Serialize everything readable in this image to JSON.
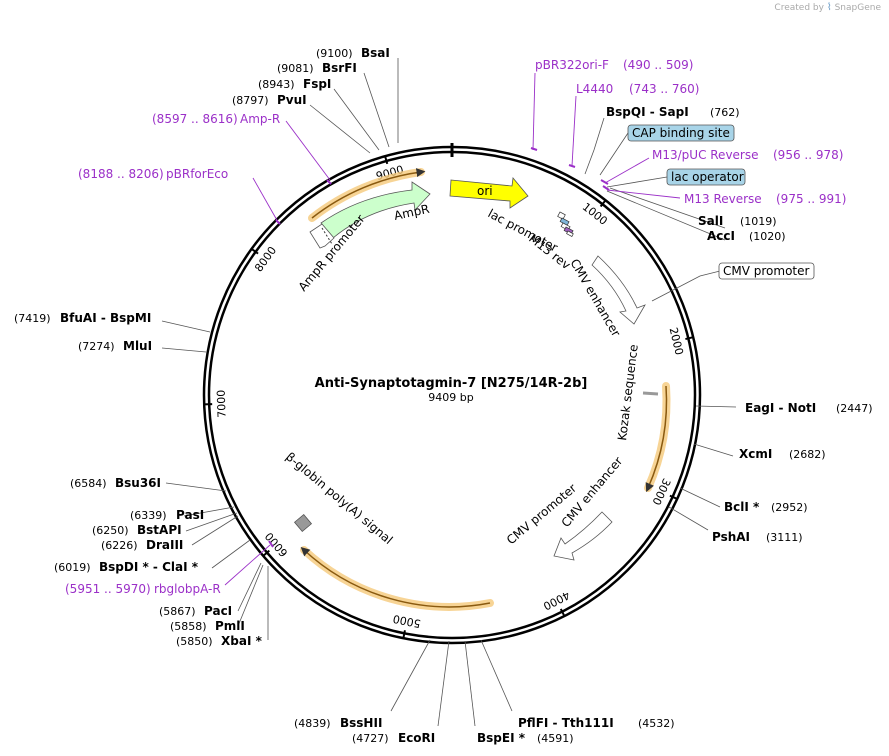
{
  "branding": {
    "created_by": "Created by",
    "logo_glyph": "⌇",
    "app": "SnapGene"
  },
  "plasmid": {
    "name": "Anti-Synaptotagmin-7 [N275/14R-2b]",
    "length_label": "9409 bp",
    "total_bp": 9409
  },
  "ticks": [
    "1000",
    "2000",
    "3000",
    "4000",
    "5000",
    "6000",
    "7000",
    "8000",
    "9000"
  ],
  "features": [
    {
      "name": "ori",
      "color": "#ffff00"
    },
    {
      "name": "AmpR",
      "color": "#ccffcc"
    },
    {
      "name": "AmpR promoter",
      "color": "#ffffff"
    },
    {
      "name": "lac promoter",
      "color": "#ffffff"
    },
    {
      "name": "M13 rev",
      "color": "#ffffff"
    },
    {
      "name": "CMV enhancer",
      "color": "#ffffff"
    },
    {
      "name": "Kozak sequence",
      "color": "#999999"
    },
    {
      "name": "CMV promoter",
      "color": "#ffffff"
    },
    {
      "name": "CMV enhancer",
      "color": "#ffffff"
    },
    {
      "name": "β-globin poly(A) signal",
      "color": "#999999"
    }
  ],
  "sites": [
    {
      "name": "BsaI",
      "pos": "(9100)"
    },
    {
      "name": "BsrFI",
      "pos": "(9081)"
    },
    {
      "name": "FspI",
      "pos": "(8943)"
    },
    {
      "name": "PvuI",
      "pos": "(8797)"
    },
    {
      "name": "BspQI  - SapI",
      "pos": "(762)"
    },
    {
      "name": "SalI",
      "pos": "(1019)"
    },
    {
      "name": "AccI",
      "pos": "(1020)"
    },
    {
      "name": "BfuAI  - BspMI",
      "pos": "(7419)"
    },
    {
      "name": "MluI",
      "pos": "(7274)"
    },
    {
      "name": "EagI  - NotI",
      "pos": "(2447)"
    },
    {
      "name": "XcmI",
      "pos": "(2682)"
    },
    {
      "name": "BclI *",
      "pos": "(2952)"
    },
    {
      "name": "PshAI",
      "pos": "(3111)"
    },
    {
      "name": "Bsu36I",
      "pos": "(6584)"
    },
    {
      "name": "PasI",
      "pos": "(6339)"
    },
    {
      "name": "BstAPI",
      "pos": "(6250)"
    },
    {
      "name": "DraIII",
      "pos": "(6226)"
    },
    {
      "name": "BspDI *  - ClaI *",
      "pos": "(6019)"
    },
    {
      "name": "PacI",
      "pos": "(5867)"
    },
    {
      "name": "PmlI",
      "pos": "(5858)"
    },
    {
      "name": "XbaI *",
      "pos": "(5850)"
    },
    {
      "name": "BssHII",
      "pos": "(4839)"
    },
    {
      "name": "EcoRI",
      "pos": "(4727)"
    },
    {
      "name": "BspEI *",
      "pos": "(4591)"
    },
    {
      "name": "PflFI  - Tth111I",
      "pos": "(4532)"
    }
  ],
  "primers": [
    {
      "name": "pBR322ori-F",
      "range": "(490 .. 509)"
    },
    {
      "name": "L4440",
      "range": "(743 .. 760)"
    },
    {
      "name": "M13/pUC Reverse",
      "range": "(956 .. 978)"
    },
    {
      "name": "M13 Reverse",
      "range": "(975 .. 991)"
    },
    {
      "name": "Amp-R",
      "range": "(8597 .. 8616)"
    },
    {
      "name": "pBRforEco",
      "range": "(8188 .. 8206)"
    },
    {
      "name": "rbglobpA-R",
      "range": "(5951 .. 5970)"
    }
  ],
  "boxes": [
    "CAP binding site",
    "lac operator",
    "CMV promoter"
  ]
}
